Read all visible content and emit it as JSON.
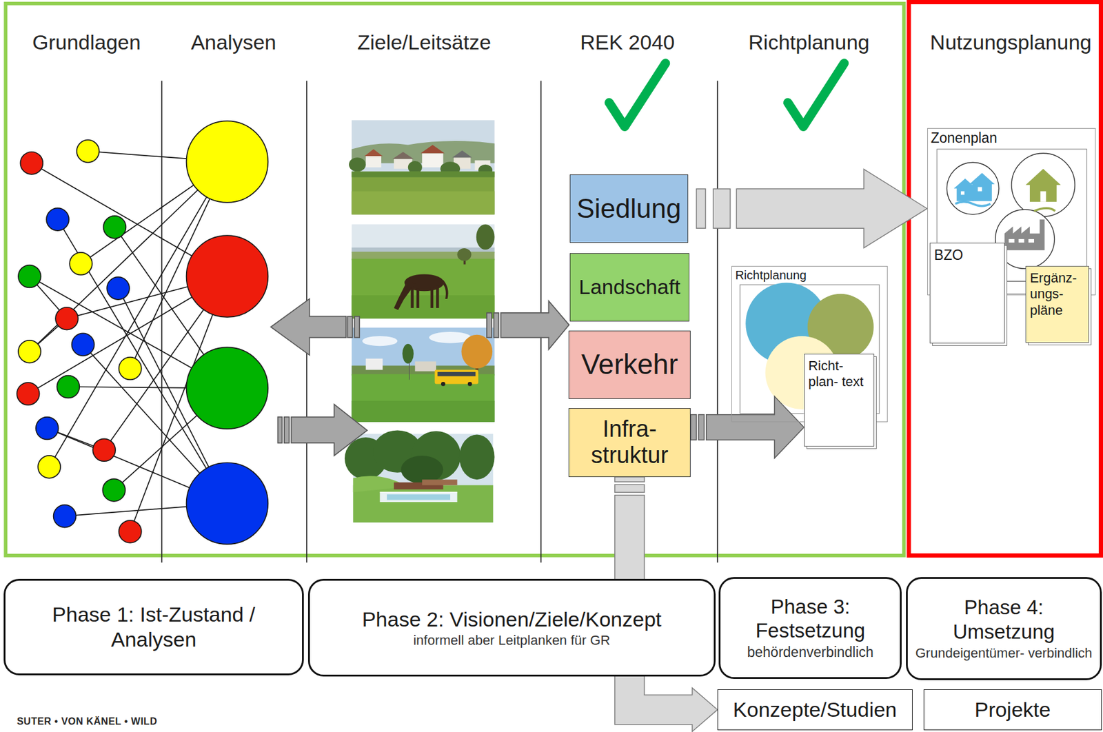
{
  "diagram": {
    "nodes": [
      {
        "text": [
          "Siedlung"
        ]
      },
      {
        "text": [
          "Landschaft"
        ]
      },
      {
        "text": [
          "Verkehr"
        ]
      },
      {
        "text": [
          "Infra- struktur"
        ]
      },
      {
        "text": [
          "Richtplanung"
        ]
      },
      {
        "text": [
          "Richt- plan- text"
        ],
        "in": 4
      },
      {
        "text": [
          "Zonenplan"
        ]
      },
      {
        "text": [
          "BZO"
        ],
        "in": 6
      },
      {
        "text": [
          "Ergänz- ungs- pläne"
        ],
        "in": 6
      },
      {
        "text": [
          "Phase 1: Ist-Zustand / Analysen"
        ]
      },
      {
        "text": [
          "Phase 2: Visionen/Ziele/Konzept",
          "informell aber Leitplanken für GR"
        ]
      },
      {
        "text": [
          "Phase 3: Festsetzung",
          "behördenverbindlich"
        ]
      },
      {
        "text": [
          "Phase 4: Umsetzung",
          "Grundeigentümer- verbindlich"
        ]
      },
      {
        "text": [
          "Konzepte/Studien"
        ]
      },
      {
        "text": [
          "Projekte"
        ]
      }
    ],
    "edges": [
      {
        "from": 0,
        "to": 6,
        "arrow": "to"
      },
      {
        "from": 3,
        "to": 5,
        "arrow": "to"
      },
      {
        "from": 3,
        "to": 13,
        "arrow": "to"
      }
    ],
    "labels": [
      "Grundlagen",
      "Analysen",
      "Ziele/Leitsätze",
      "REK 2040",
      "Richtplanung",
      "Nutzungsplanung",
      "SUTER • VON KÄNEL • WILD"
    ]
  }
}
